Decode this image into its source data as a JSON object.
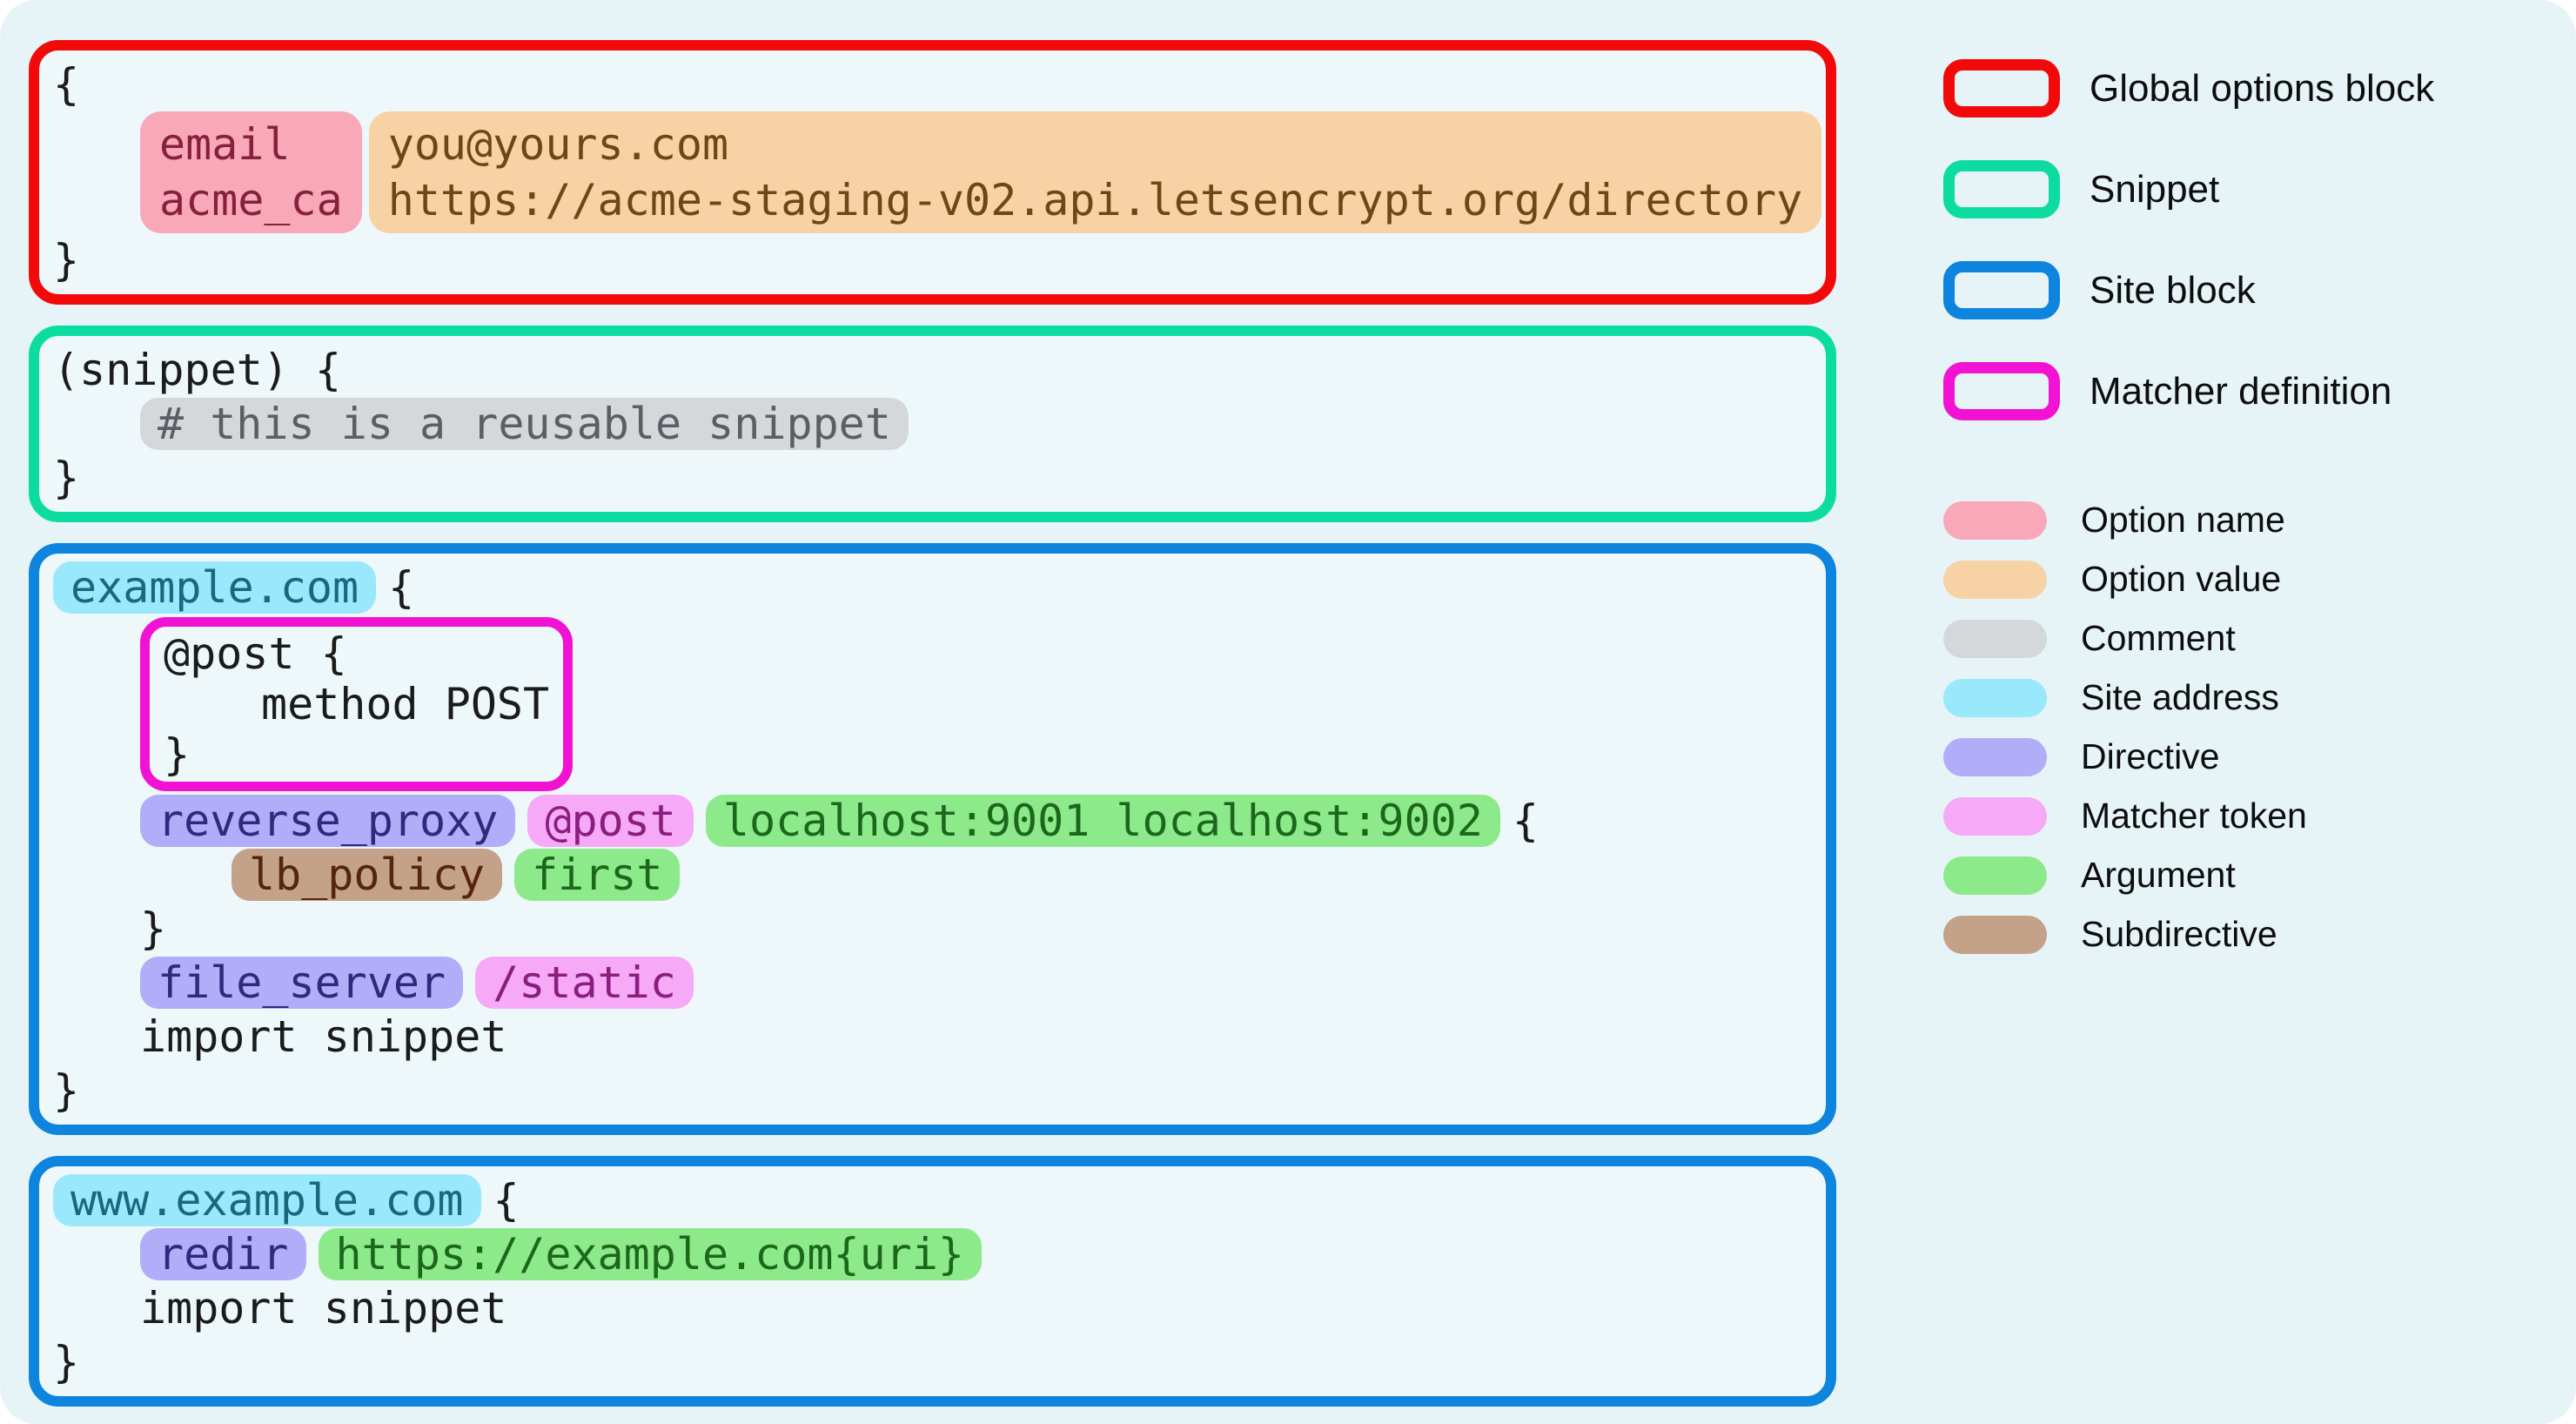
{
  "palette": {
    "page_bg": "#e7f4f7",
    "block_bg": "#eef8fa",
    "code_fg": "#1b1b1b",
    "label_fg": "#0d0d0d",
    "global_border": "#f20a0a",
    "snippet_border": "#0cdca0",
    "site_border": "#0d84dd",
    "matcher_border": "#f112d4",
    "option_name_bg": "#f8a8b8",
    "option_name_fg": "#87203c",
    "option_value_bg": "#f6d2a5",
    "option_value_fg": "#6f4616",
    "comment_bg": "#d5d8da",
    "comment_fg": "#5a5f63",
    "site_address_bg": "#9ae8fb",
    "site_address_fg": "#176a7e",
    "directive_bg": "#b2adf9",
    "directive_fg": "#2f2a7d",
    "matcher_token_bg": "#f5a9f6",
    "matcher_token_fg": "#8a1d7f",
    "argument_bg": "#8cea8b",
    "argument_fg": "#1d671d",
    "subdirective_bg": "#c4a189",
    "subdirective_fg": "#55250c"
  },
  "code": {
    "global": {
      "open": "{",
      "options": [
        {
          "name": "email",
          "value": "you@yours.com"
        },
        {
          "name": "acme_ca",
          "value": "https://acme-staging-v02.api.letsencrypt.org/directory"
        }
      ],
      "close": "}"
    },
    "snippet": {
      "header": "(snippet) {",
      "comment": "# this is a reusable snippet",
      "close": "}"
    },
    "site1": {
      "address": "example.com",
      "open": "{",
      "matcher": {
        "open": "@post {",
        "body": "method POST",
        "close": "}"
      },
      "proxy": {
        "directive": "reverse_proxy",
        "matcher_token": "@post",
        "arguments": "localhost:9001 localhost:9002",
        "open": "{",
        "close": "}"
      },
      "lb": {
        "subdirective": "lb_policy",
        "argument": "first"
      },
      "fs": {
        "directive": "file_server",
        "matcher_token": "/static"
      },
      "import_line": "import snippet",
      "close": "}"
    },
    "site2": {
      "address": "www.example.com",
      "open": "{",
      "redir": {
        "directive": "redir",
        "argument": "https://example.com{uri}"
      },
      "import_line": "import snippet",
      "close": "}"
    }
  },
  "legend": {
    "outline": [
      {
        "label": "Global options block"
      },
      {
        "label": "Snippet"
      },
      {
        "label": "Site block"
      },
      {
        "label": "Matcher definition"
      }
    ],
    "fills": [
      {
        "label": "Option name"
      },
      {
        "label": "Option value"
      },
      {
        "label": "Comment"
      },
      {
        "label": "Site address"
      },
      {
        "label": "Directive"
      },
      {
        "label": "Matcher token"
      },
      {
        "label": "Argument"
      },
      {
        "label": "Subdirective"
      }
    ]
  }
}
